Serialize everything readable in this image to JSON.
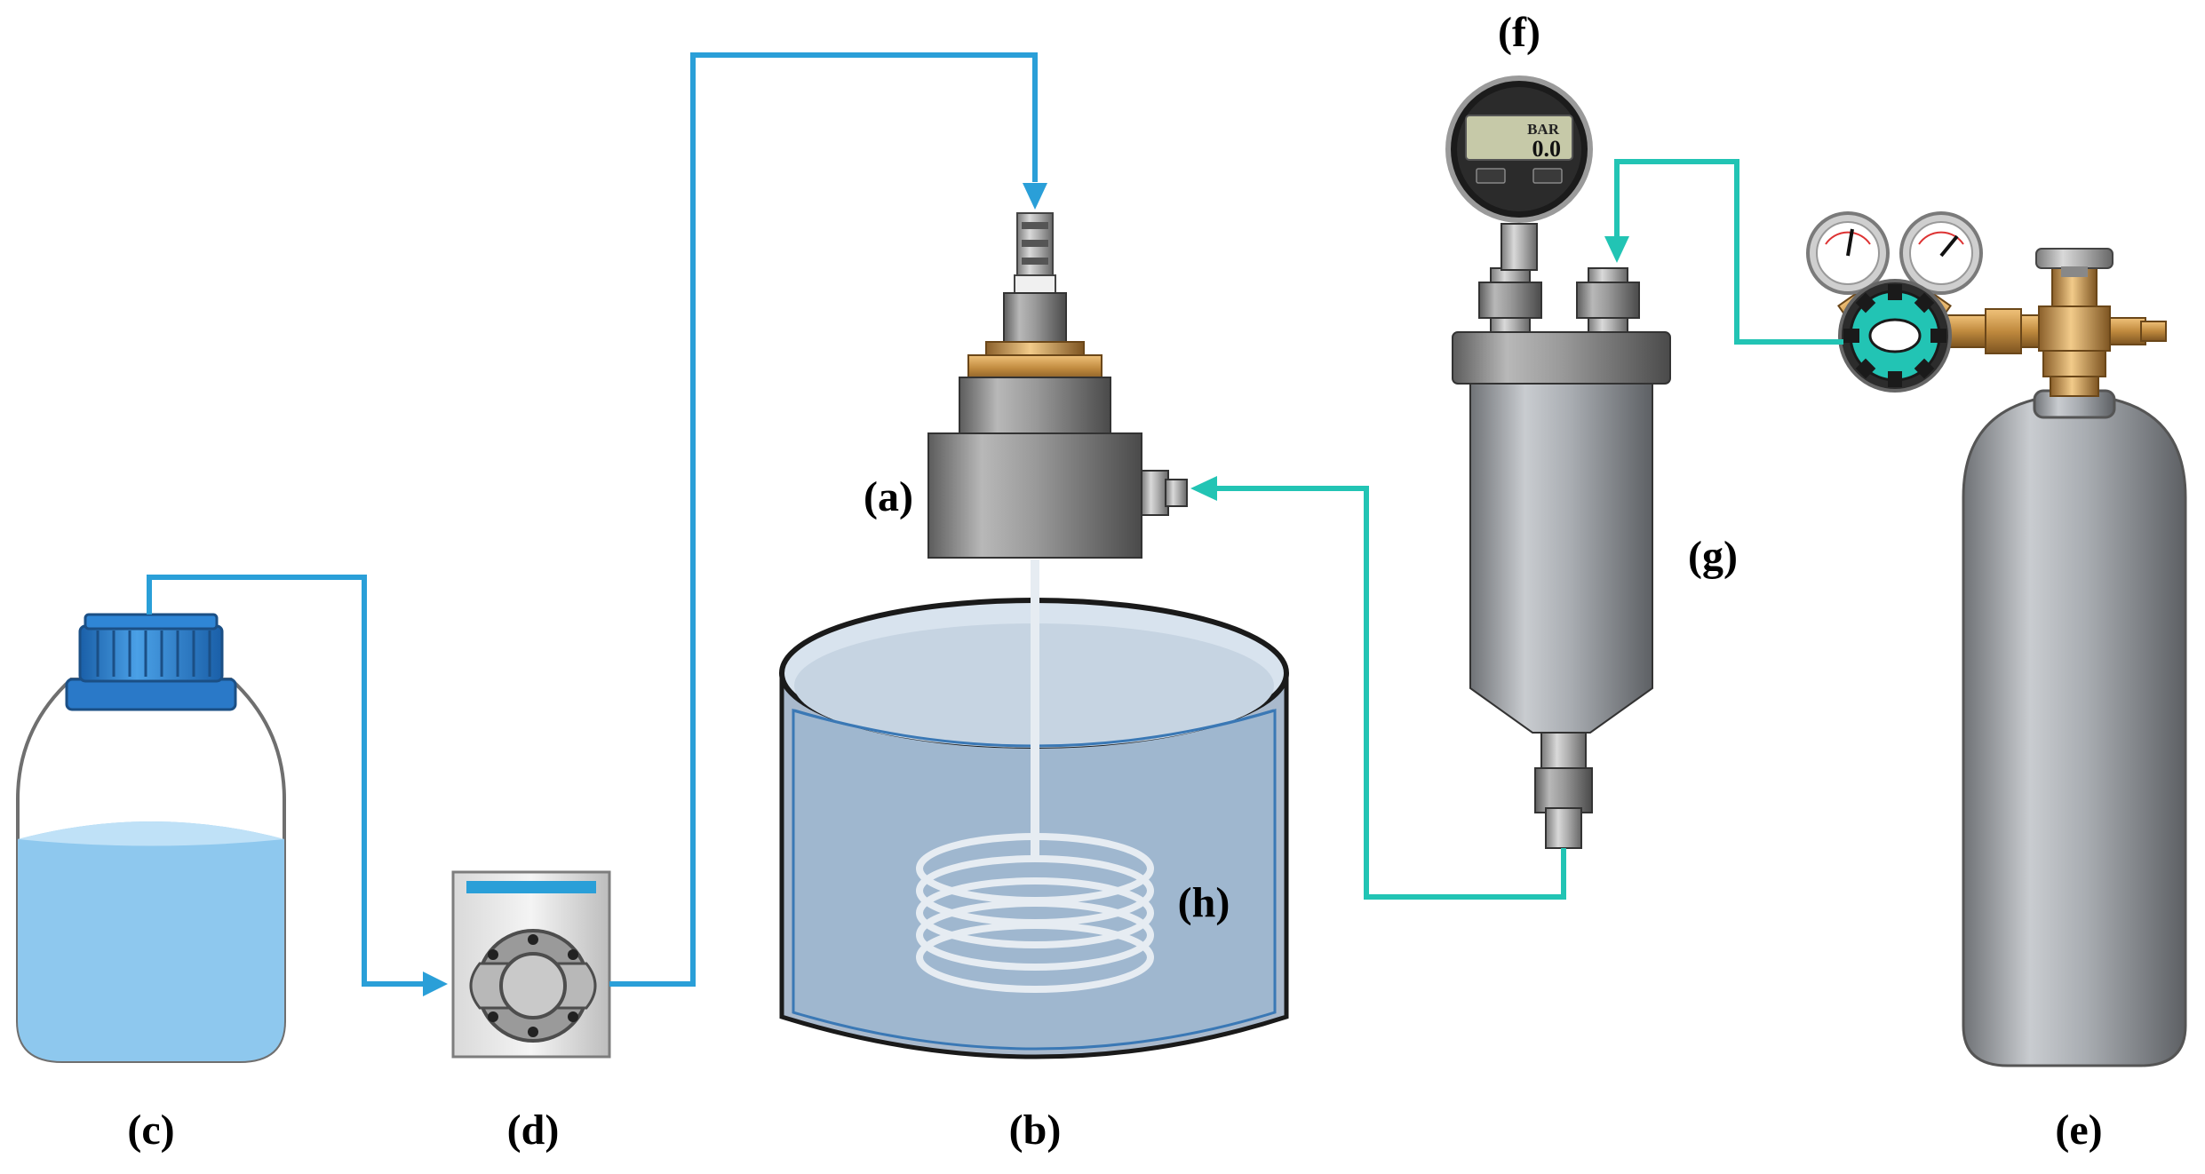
{
  "labels": {
    "a": "(a)",
    "b": "(b)",
    "c": "(c)",
    "d": "(d)",
    "e": "(e)",
    "f": "(f)",
    "g": "(g)",
    "h": "(h)"
  },
  "gauge": {
    "unit": "BAR",
    "reading": "0.0"
  },
  "colors": {
    "liquid_line": "#2a9fd8",
    "gas_line": "#22c4b4",
    "water": "#9fb7cf",
    "bottle_liquid": "#8ec8ee",
    "cap_blue": "#2a79c8",
    "steel": "#8c8c8c",
    "brass": "#c9964a"
  }
}
